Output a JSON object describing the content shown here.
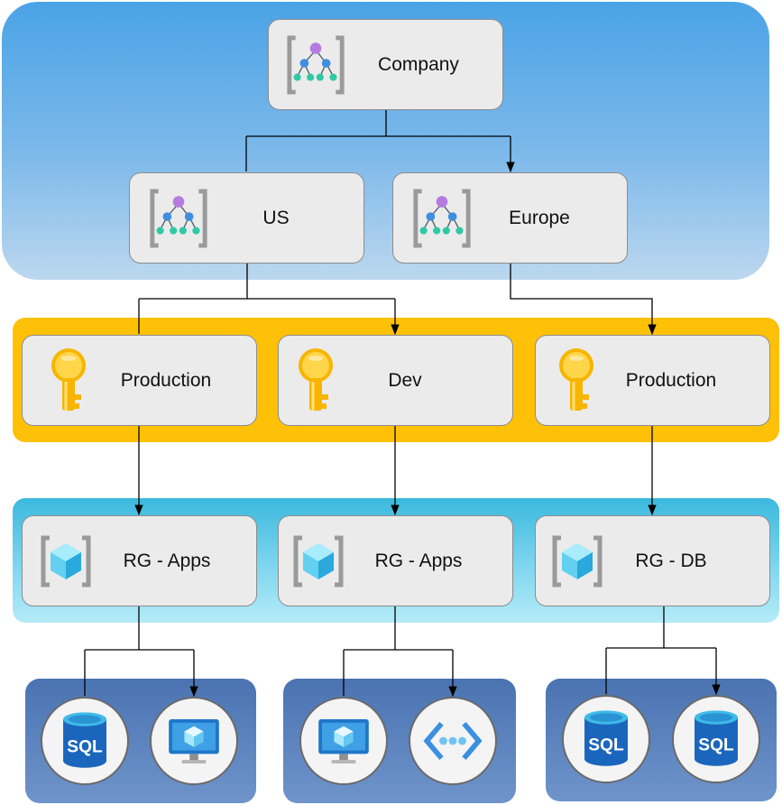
{
  "nodes": {
    "company": "Company",
    "us": "US",
    "europe": "Europe",
    "production_us": "Production",
    "dev": "Dev",
    "production_eu": "Production",
    "rg_apps_1": "RG - Apps",
    "rg_apps_2": "RG - Apps",
    "rg_db": "RG - DB"
  },
  "resources": {
    "sql_label": "SQL"
  },
  "icons": {
    "management_group": "management-group-icon",
    "subscription": "key-icon",
    "resource_group": "resource-group-icon",
    "sql_database": "sql-database-icon",
    "virtual_machine": "virtual-machine-icon",
    "virtual_network": "virtual-network-icon"
  },
  "colors": {
    "management_group_band": "#4aa3e6",
    "subscription_band": "#ffc107",
    "resource_group_band": "#3bb9de",
    "resource_container": "#4a73b1",
    "node_fill": "#ebebeb"
  }
}
